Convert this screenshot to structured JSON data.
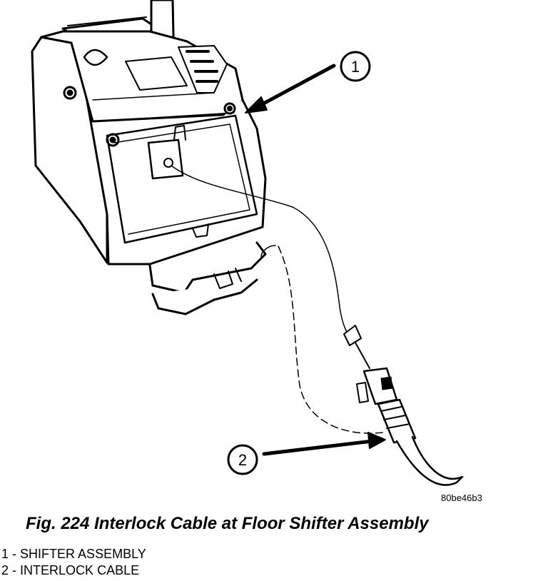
{
  "callouts": [
    {
      "number": "1"
    },
    {
      "number": "2"
    }
  ],
  "image_code": "80be46b3",
  "caption": "Fig. 224 Interlock Cable at Floor Shifter Assembly",
  "legend": [
    {
      "number": "1",
      "separator": "-",
      "label": "SHIFTER ASSEMBLY"
    },
    {
      "number": "2",
      "separator": "-",
      "label": "INTERLOCK CABLE"
    }
  ]
}
